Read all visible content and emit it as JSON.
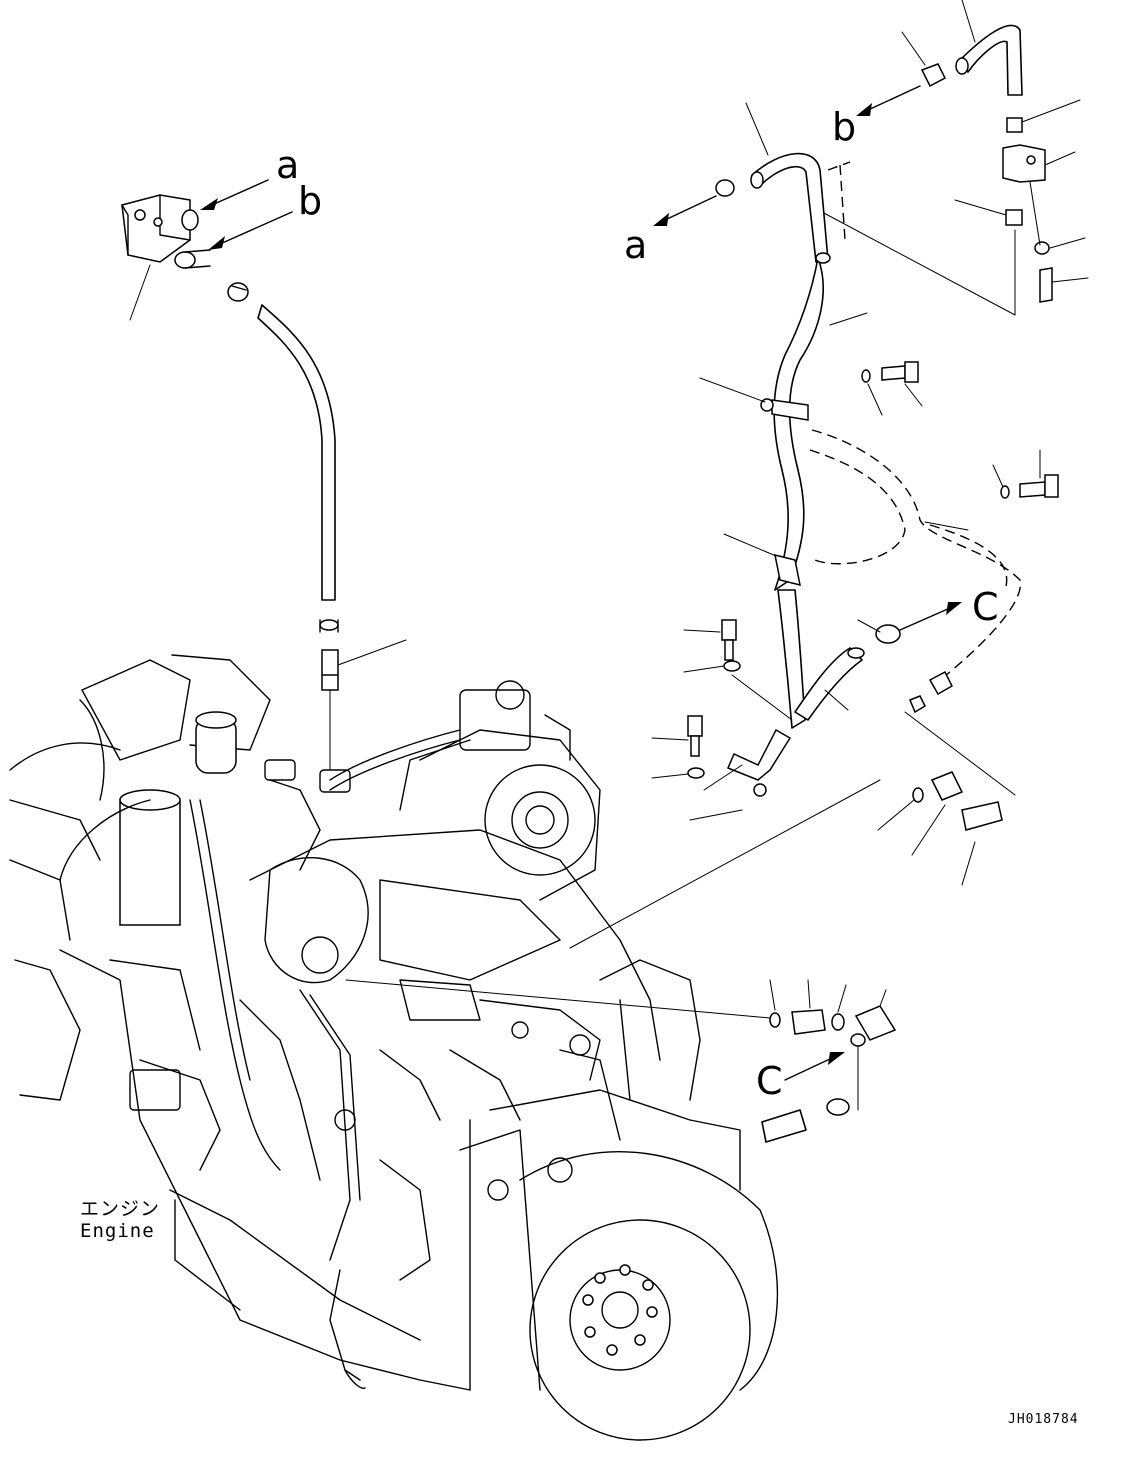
{
  "labels": {
    "a_top": "a",
    "b_top": "b",
    "b_right": "b",
    "a_right": "a",
    "c_right": "C",
    "c_lower": "C"
  },
  "engine": {
    "label_jp": "エンジン",
    "label_en": "Engine"
  },
  "drawing_code": "JH018784"
}
